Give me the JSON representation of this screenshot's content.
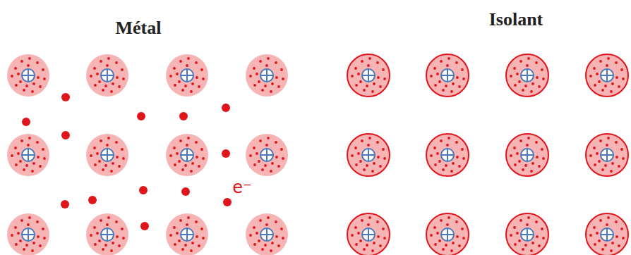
{
  "diagram": {
    "labels": [
      "Métal",
      "Isolant",
      "e⁻"
    ]
  }
}
